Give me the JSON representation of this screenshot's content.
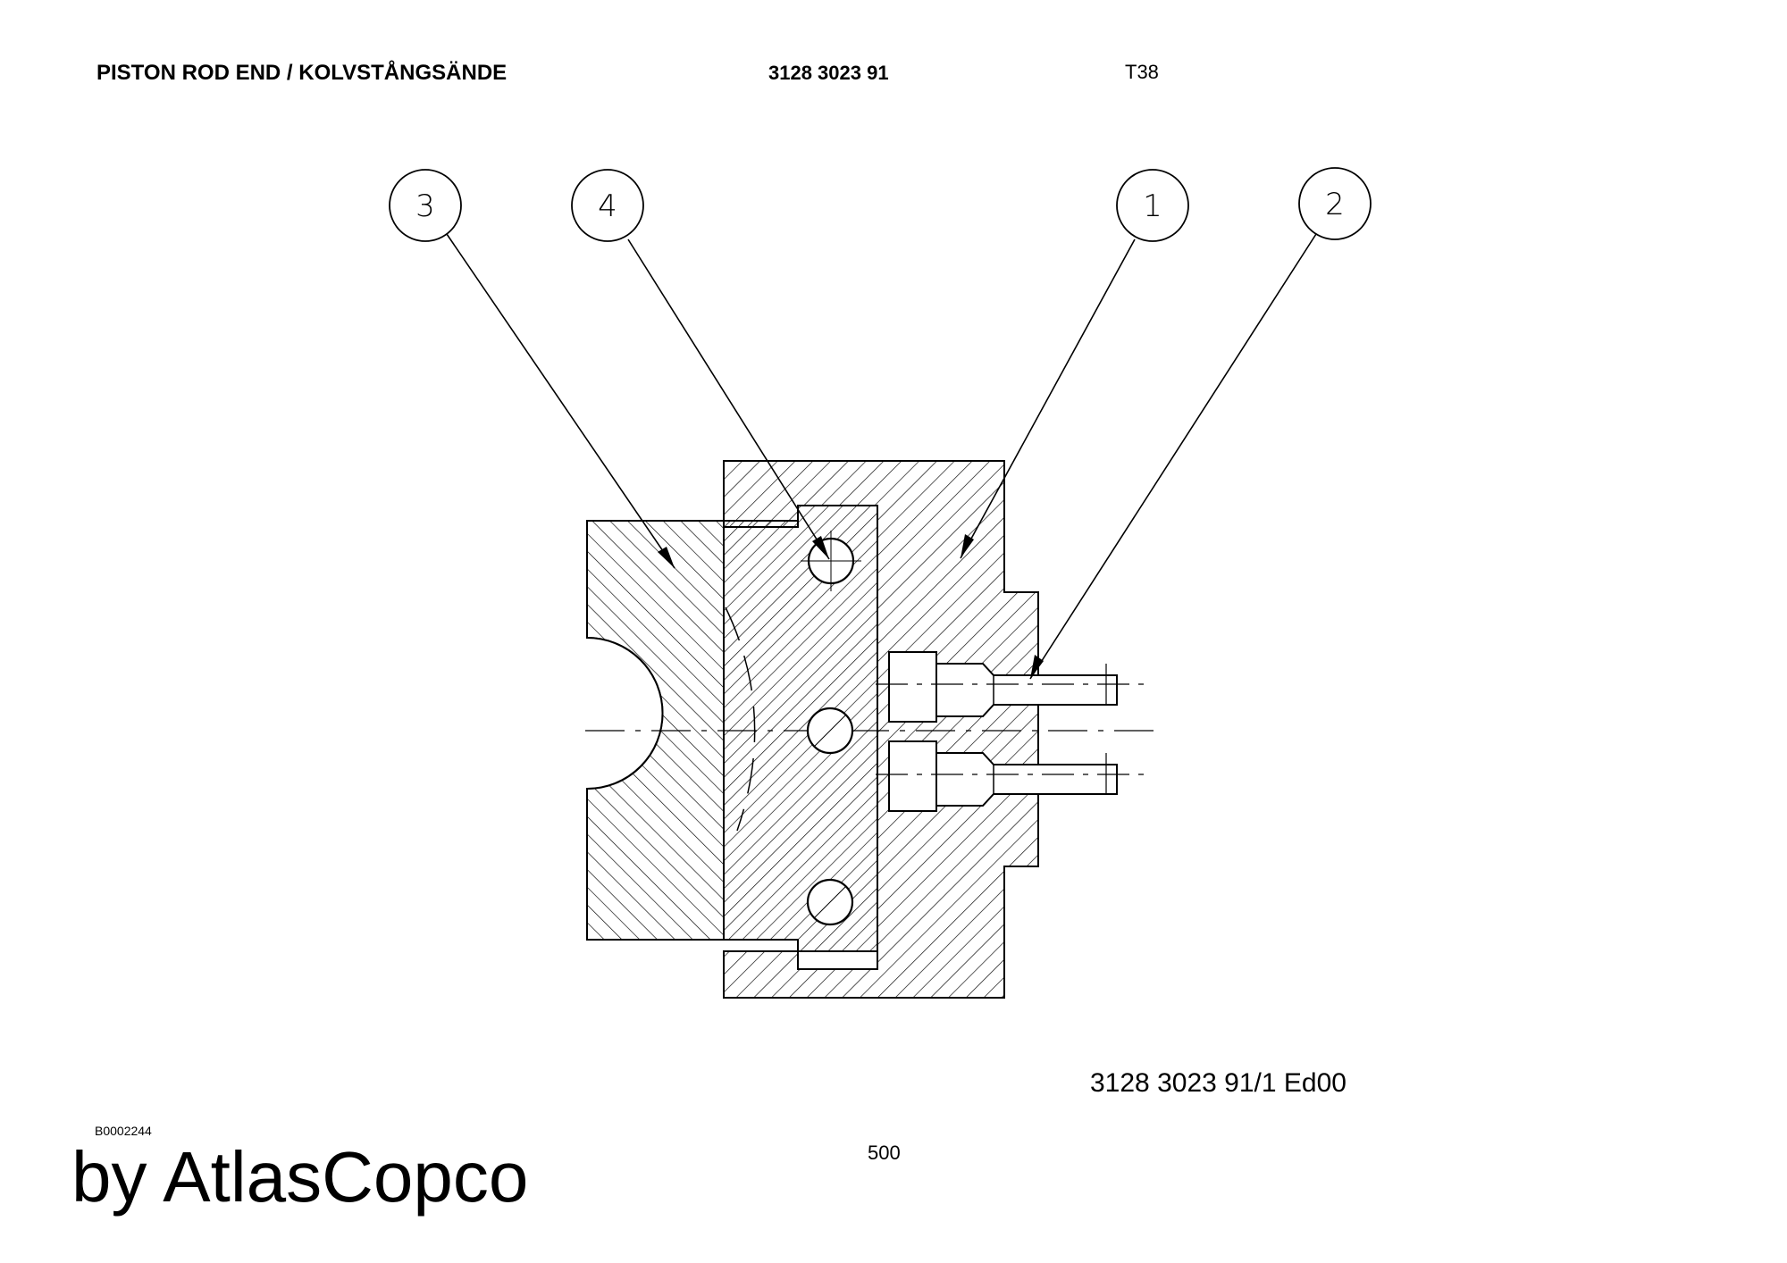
{
  "header": {
    "title": "PISTON ROD END / KOLVSTÅNGSÄNDE",
    "part_number": "3128 3023 91",
    "code": "T38"
  },
  "callouts": [
    {
      "label": "3"
    },
    {
      "label": "4"
    },
    {
      "label": "1"
    },
    {
      "label": "2"
    }
  ],
  "footer": {
    "drawing_ref": "3128 3023 91/1  Ed00",
    "image_id": "B0002244",
    "page_number": "500",
    "brand": "by AtlasCopco"
  },
  "colors": {
    "ink": "#000000",
    "paper": "#ffffff"
  }
}
